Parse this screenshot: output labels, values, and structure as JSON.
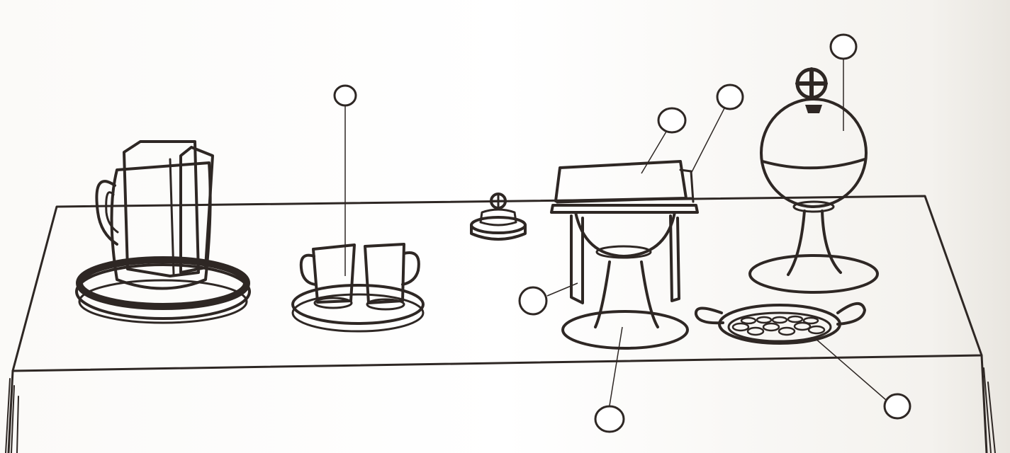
{
  "illustration": {
    "callouts": [
      {
        "id": "cruets",
        "answer": ""
      },
      {
        "id": "pall",
        "answer": ""
      },
      {
        "id": "corporal-burse",
        "answer": ""
      },
      {
        "id": "ciborium",
        "answer": ""
      },
      {
        "id": "purificator",
        "answer": ""
      },
      {
        "id": "chalice",
        "answer": ""
      },
      {
        "id": "host-dish",
        "answer": ""
      }
    ]
  },
  "colors": {
    "ink": "#2e2724",
    "paper": "#ffffff",
    "shadow_edge": "#e9e6e0"
  }
}
